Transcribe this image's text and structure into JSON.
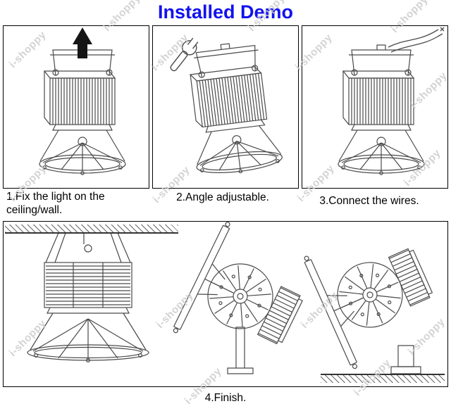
{
  "title": "Installed Demo",
  "watermark": "i-shoppy",
  "steps": [
    {
      "caption": "1.Fix the light on the ceiling/wall."
    },
    {
      "caption": "2.Angle adjustable."
    },
    {
      "caption": "3.Connect the wires."
    },
    {
      "caption": "4.Finish."
    }
  ],
  "colors": {
    "title_blue": "#1212ee",
    "line_gray": "#4a4a4a",
    "watermark_gray": "#cccccc"
  }
}
